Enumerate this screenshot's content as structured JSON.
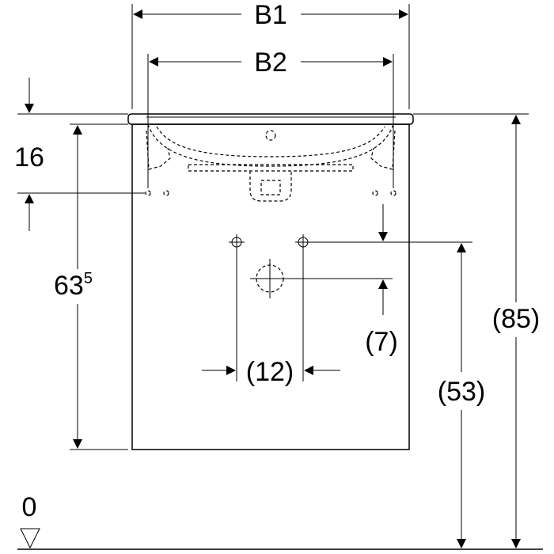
{
  "labels": {
    "b1": "B1",
    "b2": "B2",
    "d16": "16",
    "d63_main": "63",
    "d63_sup": "5",
    "d7": "(7)",
    "d12": "(12)",
    "d53": "(53)",
    "d85": "(85)",
    "floor": "0"
  }
}
